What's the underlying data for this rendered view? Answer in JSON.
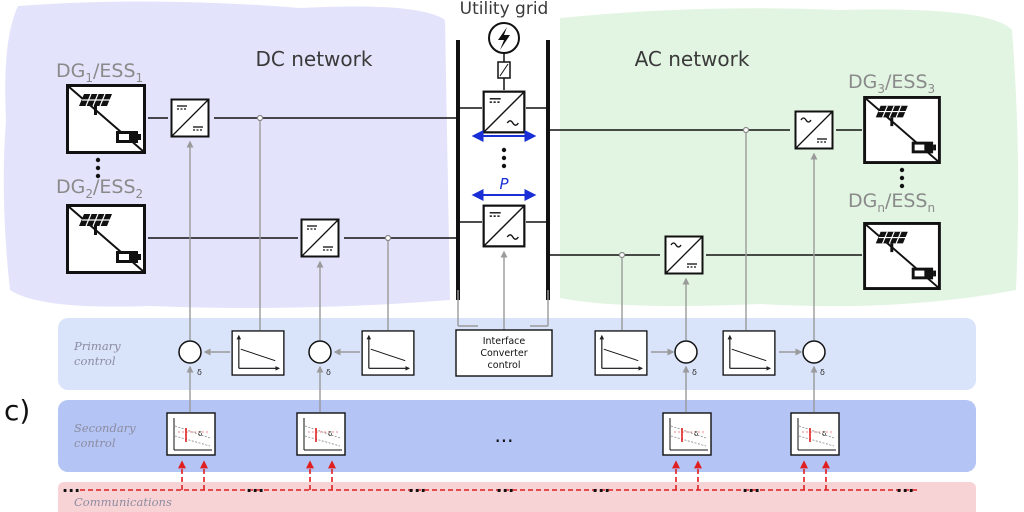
{
  "title": "Utility grid",
  "networks": {
    "dc": "DC network",
    "ac": "AC network"
  },
  "units": {
    "dg1": {
      "main": "DG",
      "sub1": "1",
      "mid": "/ESS",
      "sub2": "1"
    },
    "dg2": {
      "main": "DG",
      "sub1": "2",
      "mid": "/ESS",
      "sub2": "2"
    },
    "dg3": {
      "main": "DG",
      "sub1": "3",
      "mid": "/ESS",
      "sub2": "3"
    },
    "dgn": {
      "main": "DG",
      "sub1": "n",
      "mid": "/ESS",
      "sub2": "n"
    }
  },
  "power_label": "P",
  "interface": [
    "Interface",
    "Converter",
    "control"
  ],
  "bands": {
    "primary": [
      "Primary",
      "control"
    ],
    "secondary": [
      "Secondary",
      "control"
    ],
    "communications": "Communications"
  },
  "panel_letter": "c)",
  "delta": "δ",
  "ellipsis": "...",
  "colors": {
    "dc_region": "#e3e3fb",
    "ac_region": "#e2f5e2",
    "primary_band": "#d9e3fa",
    "secondary_band": "#b3c4f5",
    "comm_band": "#f8d3d6",
    "power_arrow": "#1a2fd6",
    "comm_arrow": "#e02020"
  },
  "icons": [
    "lightning-icon",
    "solar-panel-icon",
    "battery-icon",
    "dc-dc-converter-icon",
    "inverter-icon",
    "droop-curve-icon",
    "summing-junction-icon"
  ]
}
